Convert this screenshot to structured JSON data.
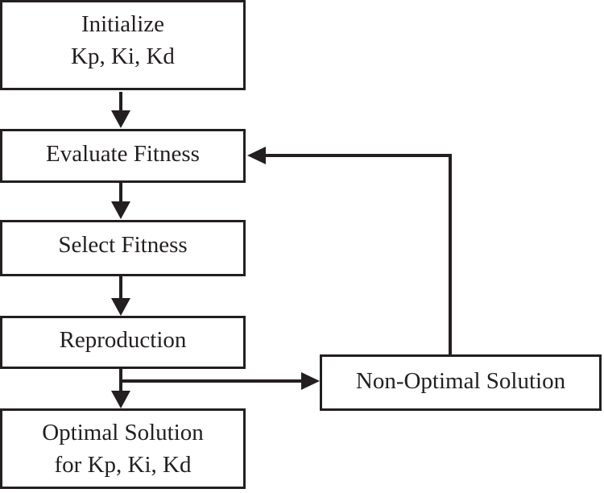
{
  "diagram": {
    "type": "flowchart",
    "nodes": {
      "initialize": {
        "line1": "Initialize",
        "line2": "Kp, Ki, Kd"
      },
      "evaluate_fitness": {
        "label": "Evaluate Fitness"
      },
      "select_fitness": {
        "label": "Select Fitness"
      },
      "reproduction": {
        "label": "Reproduction"
      },
      "optimal_solution": {
        "line1": "Optimal Solution",
        "line2": "for Kp, Ki, Kd"
      },
      "non_optimal_solution": {
        "label": "Non-Optimal Solution"
      }
    },
    "edges": [
      {
        "from": "initialize",
        "to": "evaluate_fitness",
        "direction": "down"
      },
      {
        "from": "evaluate_fitness",
        "to": "select_fitness",
        "direction": "down"
      },
      {
        "from": "select_fitness",
        "to": "reproduction",
        "direction": "down"
      },
      {
        "from": "reproduction",
        "to": "optimal_solution",
        "direction": "down"
      },
      {
        "from": "reproduction",
        "to": "non_optimal_solution",
        "direction": "right"
      },
      {
        "from": "non_optimal_solution",
        "to": "evaluate_fitness",
        "direction": "up-left-feedback"
      }
    ],
    "colors": {
      "line": "#231f20",
      "background": "#ffffff"
    }
  }
}
